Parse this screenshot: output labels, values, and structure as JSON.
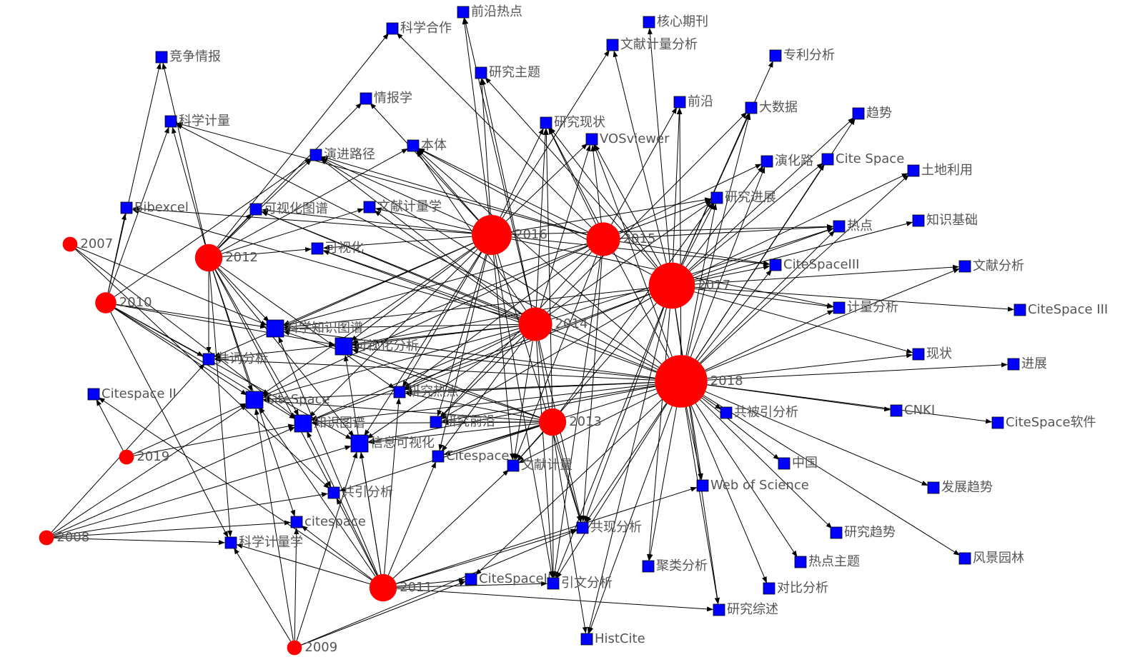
{
  "colors": {
    "year_node": "#ff0000",
    "keyword_node": "#0000ff",
    "edge": "#000000",
    "label": "#555555"
  },
  "nodes": [
    {
      "id": "y2007",
      "label": "2007",
      "kind": "year",
      "weight": 1
    },
    {
      "id": "y2008",
      "label": "2008",
      "kind": "year",
      "weight": 1
    },
    {
      "id": "y2009",
      "label": "2009",
      "kind": "year",
      "weight": 1
    },
    {
      "id": "y2010",
      "label": "2010",
      "kind": "year",
      "weight": 2
    },
    {
      "id": "y2011",
      "label": "2011",
      "kind": "year",
      "weight": 3
    },
    {
      "id": "y2012",
      "label": "2012",
      "kind": "year",
      "weight": 3
    },
    {
      "id": "y2013",
      "label": "2013",
      "kind": "year",
      "weight": 3
    },
    {
      "id": "y2014",
      "label": "2014",
      "kind": "year",
      "weight": 4
    },
    {
      "id": "y2015",
      "label": "2015",
      "kind": "year",
      "weight": 4
    },
    {
      "id": "y2016",
      "label": "2016",
      "kind": "year",
      "weight": 5
    },
    {
      "id": "y2017",
      "label": "2017",
      "kind": "year",
      "weight": 6
    },
    {
      "id": "y2018",
      "label": "2018",
      "kind": "year",
      "weight": 7
    },
    {
      "id": "y2019",
      "label": "2019",
      "kind": "year",
      "weight": 1
    },
    {
      "id": "k01",
      "label": "前沿热点",
      "kind": "keyword",
      "weight": 1
    },
    {
      "id": "k02",
      "label": "科学合作",
      "kind": "keyword",
      "weight": 1
    },
    {
      "id": "k03",
      "label": "核心期刊",
      "kind": "keyword",
      "weight": 1
    },
    {
      "id": "k04",
      "label": "文献计量分析",
      "kind": "keyword",
      "weight": 1
    },
    {
      "id": "k05",
      "label": "竞争情报",
      "kind": "keyword",
      "weight": 1
    },
    {
      "id": "k06",
      "label": "专利分析",
      "kind": "keyword",
      "weight": 1
    },
    {
      "id": "k07",
      "label": "研究主题",
      "kind": "keyword",
      "weight": 1
    },
    {
      "id": "k08",
      "label": "情报学",
      "kind": "keyword",
      "weight": 1
    },
    {
      "id": "k09",
      "label": "前沿",
      "kind": "keyword",
      "weight": 1
    },
    {
      "id": "k10",
      "label": "大数据",
      "kind": "keyword",
      "weight": 1
    },
    {
      "id": "k11",
      "label": "趋势",
      "kind": "keyword",
      "weight": 1
    },
    {
      "id": "k12",
      "label": "科学计量",
      "kind": "keyword",
      "weight": 1
    },
    {
      "id": "k13",
      "label": "研究现状",
      "kind": "keyword",
      "weight": 1
    },
    {
      "id": "k14",
      "label": "VOSviewer",
      "kind": "keyword",
      "weight": 1
    },
    {
      "id": "k15",
      "label": "本体",
      "kind": "keyword",
      "weight": 1
    },
    {
      "id": "k16",
      "label": "演进路径",
      "kind": "keyword",
      "weight": 1
    },
    {
      "id": "k17",
      "label": "演化路",
      "kind": "keyword",
      "weight": 1
    },
    {
      "id": "k18",
      "label": "Cite Space",
      "kind": "keyword",
      "weight": 1
    },
    {
      "id": "k19",
      "label": "土地利用",
      "kind": "keyword",
      "weight": 1
    },
    {
      "id": "k20",
      "label": "研究进展",
      "kind": "keyword",
      "weight": 1
    },
    {
      "id": "k21",
      "label": "Bibexcel",
      "kind": "keyword",
      "weight": 1
    },
    {
      "id": "k22",
      "label": "可视化图谱",
      "kind": "keyword",
      "weight": 1
    },
    {
      "id": "k23",
      "label": "文献计量学",
      "kind": "keyword",
      "weight": 1
    },
    {
      "id": "k24",
      "label": "知识基础",
      "kind": "keyword",
      "weight": 1
    },
    {
      "id": "k25",
      "label": "热点",
      "kind": "keyword",
      "weight": 1
    },
    {
      "id": "k26",
      "label": "可视化",
      "kind": "keyword",
      "weight": 1
    },
    {
      "id": "k27",
      "label": "CiteSpaceIII",
      "kind": "keyword",
      "weight": 1
    },
    {
      "id": "k28",
      "label": "文献分析",
      "kind": "keyword",
      "weight": 1
    },
    {
      "id": "k29",
      "label": "计量分析",
      "kind": "keyword",
      "weight": 1
    },
    {
      "id": "k30",
      "label": "CiteSpace III",
      "kind": "keyword",
      "weight": 1
    },
    {
      "id": "k31",
      "label": "科学知识图谱",
      "kind": "keyword",
      "weight": 2
    },
    {
      "id": "k32",
      "label": "可视化分析",
      "kind": "keyword",
      "weight": 2
    },
    {
      "id": "k33",
      "label": "现状",
      "kind": "keyword",
      "weight": 1
    },
    {
      "id": "k34",
      "label": "进展",
      "kind": "keyword",
      "weight": 1
    },
    {
      "id": "k35",
      "label": "共词分析",
      "kind": "keyword",
      "weight": 1
    },
    {
      "id": "k36",
      "label": "Citespace II",
      "kind": "keyword",
      "weight": 1
    },
    {
      "id": "k37",
      "label": "CiteSpace",
      "kind": "keyword",
      "weight": 2
    },
    {
      "id": "k38",
      "label": "研究热点",
      "kind": "keyword",
      "weight": 1
    },
    {
      "id": "k39",
      "label": "共被引分析",
      "kind": "keyword",
      "weight": 1
    },
    {
      "id": "k40",
      "label": "CNKI",
      "kind": "keyword",
      "weight": 1
    },
    {
      "id": "k41",
      "label": "CiteSpace软件",
      "kind": "keyword",
      "weight": 1
    },
    {
      "id": "k42",
      "label": "知识图谱",
      "kind": "keyword",
      "weight": 2
    },
    {
      "id": "k43",
      "label": "研究前沿",
      "kind": "keyword",
      "weight": 1
    },
    {
      "id": "k44",
      "label": "信息可视化",
      "kind": "keyword",
      "weight": 2
    },
    {
      "id": "k45",
      "label": "Citespace",
      "kind": "keyword",
      "weight": 1
    },
    {
      "id": "k46",
      "label": "文献计量",
      "kind": "keyword",
      "weight": 1
    },
    {
      "id": "k47",
      "label": "中国",
      "kind": "keyword",
      "weight": 1
    },
    {
      "id": "k48",
      "label": "Web of Science",
      "kind": "keyword",
      "weight": 1
    },
    {
      "id": "k49",
      "label": "发展趋势",
      "kind": "keyword",
      "weight": 1
    },
    {
      "id": "k50",
      "label": "共引分析",
      "kind": "keyword",
      "weight": 1
    },
    {
      "id": "k51",
      "label": "citespace",
      "kind": "keyword",
      "weight": 1
    },
    {
      "id": "k52",
      "label": "科学计量学",
      "kind": "keyword",
      "weight": 1
    },
    {
      "id": "k53",
      "label": "共现分析",
      "kind": "keyword",
      "weight": 1
    },
    {
      "id": "k54",
      "label": "研究趋势",
      "kind": "keyword",
      "weight": 1
    },
    {
      "id": "k55",
      "label": "风景园林",
      "kind": "keyword",
      "weight": 1
    },
    {
      "id": "k56",
      "label": "聚类分析",
      "kind": "keyword",
      "weight": 1
    },
    {
      "id": "k57",
      "label": "热点主题",
      "kind": "keyword",
      "weight": 1
    },
    {
      "id": "k58",
      "label": "CiteSpaceII",
      "kind": "keyword",
      "weight": 1
    },
    {
      "id": "k59",
      "label": "引文分析",
      "kind": "keyword",
      "weight": 1
    },
    {
      "id": "k60",
      "label": "对比分析",
      "kind": "keyword",
      "weight": 1
    },
    {
      "id": "k61",
      "label": "研究综述",
      "kind": "keyword",
      "weight": 1
    },
    {
      "id": "k62",
      "label": "HistCite",
      "kind": "keyword",
      "weight": 1
    }
  ],
  "edges": [
    [
      "y2007",
      "k31"
    ],
    [
      "y2007",
      "k42"
    ],
    [
      "y2007",
      "k50"
    ],
    [
      "y2008",
      "k37"
    ],
    [
      "y2008",
      "k42"
    ],
    [
      "y2008",
      "k44"
    ],
    [
      "y2008",
      "k50"
    ],
    [
      "y2008",
      "k51"
    ],
    [
      "y2008",
      "k52"
    ],
    [
      "y2008",
      "k35"
    ],
    [
      "y2009",
      "k37"
    ],
    [
      "y2009",
      "k51"
    ],
    [
      "y2009",
      "k53"
    ],
    [
      "y2009",
      "k58"
    ],
    [
      "y2009",
      "k52"
    ],
    [
      "y2009",
      "k44"
    ],
    [
      "y2010",
      "k05"
    ],
    [
      "y2010",
      "k21"
    ],
    [
      "y2010",
      "k12"
    ],
    [
      "y2010",
      "k35"
    ],
    [
      "y2010",
      "k37"
    ],
    [
      "y2010",
      "k31"
    ],
    [
      "y2010",
      "k42"
    ],
    [
      "y2010",
      "k32"
    ],
    [
      "y2010",
      "k52"
    ],
    [
      "y2010",
      "k16"
    ],
    [
      "y2010",
      "k44"
    ],
    [
      "y2011",
      "k36"
    ],
    [
      "y2011",
      "k37"
    ],
    [
      "y2011",
      "k42"
    ],
    [
      "y2011",
      "k44"
    ],
    [
      "y2011",
      "k50"
    ],
    [
      "y2011",
      "k51"
    ],
    [
      "y2011",
      "k52"
    ],
    [
      "y2011",
      "k58"
    ],
    [
      "y2011",
      "k59"
    ],
    [
      "y2011",
      "k53"
    ],
    [
      "y2011",
      "k61"
    ],
    [
      "y2011",
      "k46"
    ],
    [
      "y2011",
      "k45"
    ],
    [
      "y2011",
      "k48"
    ],
    [
      "y2011",
      "k38"
    ],
    [
      "y2011",
      "k31"
    ],
    [
      "y2011",
      "k32"
    ],
    [
      "y2012",
      "k02"
    ],
    [
      "y2012",
      "k05"
    ],
    [
      "y2012",
      "k08"
    ],
    [
      "y2012",
      "k12"
    ],
    [
      "y2012",
      "k16"
    ],
    [
      "y2012",
      "k22"
    ],
    [
      "y2012",
      "k23"
    ],
    [
      "y2012",
      "k26"
    ],
    [
      "y2012",
      "k31"
    ],
    [
      "y2012",
      "k35"
    ],
    [
      "y2012",
      "k37"
    ],
    [
      "y2012",
      "k42"
    ],
    [
      "y2012",
      "k44"
    ],
    [
      "y2012",
      "k50"
    ],
    [
      "y2012",
      "k52"
    ],
    [
      "y2012",
      "k15"
    ],
    [
      "y2012",
      "k38"
    ],
    [
      "y2012",
      "k51"
    ],
    [
      "y2013",
      "k31"
    ],
    [
      "y2013",
      "k32"
    ],
    [
      "y2013",
      "k38"
    ],
    [
      "y2013",
      "k43"
    ],
    [
      "y2013",
      "k45"
    ],
    [
      "y2013",
      "k46"
    ],
    [
      "y2013",
      "k53"
    ],
    [
      "y2013",
      "k59"
    ],
    [
      "y2013",
      "k42"
    ],
    [
      "y2013",
      "k44"
    ],
    [
      "y2013",
      "k37"
    ],
    [
      "y2013",
      "k20"
    ],
    [
      "y2013",
      "k13"
    ],
    [
      "y2013",
      "k50"
    ],
    [
      "y2014",
      "k01"
    ],
    [
      "y2014",
      "k07"
    ],
    [
      "y2014",
      "k13"
    ],
    [
      "y2014",
      "k14"
    ],
    [
      "y2014",
      "k15"
    ],
    [
      "y2014",
      "k16"
    ],
    [
      "y2014",
      "k22"
    ],
    [
      "y2014",
      "k23"
    ],
    [
      "y2014",
      "k26"
    ],
    [
      "y2014",
      "k31"
    ],
    [
      "y2014",
      "k32"
    ],
    [
      "y2014",
      "k35"
    ],
    [
      "y2014",
      "k37"
    ],
    [
      "y2014",
      "k38"
    ],
    [
      "y2014",
      "k42"
    ],
    [
      "y2014",
      "k43"
    ],
    [
      "y2014",
      "k44"
    ],
    [
      "y2014",
      "k45"
    ],
    [
      "y2014",
      "k46"
    ],
    [
      "y2014",
      "k53"
    ],
    [
      "y2014",
      "k59"
    ],
    [
      "y2014",
      "k20"
    ],
    [
      "y2014",
      "k25"
    ],
    [
      "y2014",
      "k62"
    ],
    [
      "y2014",
      "k21"
    ],
    [
      "y2014",
      "k10"
    ],
    [
      "y2015",
      "k02"
    ],
    [
      "y2015",
      "k09"
    ],
    [
      "y2015",
      "k13"
    ],
    [
      "y2015",
      "k14"
    ],
    [
      "y2015",
      "k15"
    ],
    [
      "y2015",
      "k17"
    ],
    [
      "y2015",
      "k20"
    ],
    [
      "y2015",
      "k25"
    ],
    [
      "y2015",
      "k27"
    ],
    [
      "y2015",
      "k31"
    ],
    [
      "y2015",
      "k32"
    ],
    [
      "y2015",
      "k38"
    ],
    [
      "y2015",
      "k43"
    ],
    [
      "y2015",
      "k46"
    ],
    [
      "y2015",
      "k53"
    ],
    [
      "y2015",
      "k59"
    ],
    [
      "y2015",
      "k12"
    ],
    [
      "y2015",
      "k37"
    ],
    [
      "y2015",
      "k16"
    ],
    [
      "y2016",
      "k01"
    ],
    [
      "y2016",
      "k04"
    ],
    [
      "y2016",
      "k07"
    ],
    [
      "y2016",
      "k08"
    ],
    [
      "y2016",
      "k13"
    ],
    [
      "y2016",
      "k14"
    ],
    [
      "y2016",
      "k15"
    ],
    [
      "y2016",
      "k16"
    ],
    [
      "y2016",
      "k20"
    ],
    [
      "y2016",
      "k22"
    ],
    [
      "y2016",
      "k23"
    ],
    [
      "y2016",
      "k26"
    ],
    [
      "y2016",
      "k31"
    ],
    [
      "y2016",
      "k32"
    ],
    [
      "y2016",
      "k35"
    ],
    [
      "y2016",
      "k37"
    ],
    [
      "y2016",
      "k38"
    ],
    [
      "y2016",
      "k42"
    ],
    [
      "y2016",
      "k43"
    ],
    [
      "y2016",
      "k44"
    ],
    [
      "y2016",
      "k45"
    ],
    [
      "y2016",
      "k46"
    ],
    [
      "y2016",
      "k25"
    ],
    [
      "y2016",
      "k29"
    ],
    [
      "y2016",
      "k53"
    ],
    [
      "y2016",
      "k59"
    ],
    [
      "y2016",
      "k27"
    ],
    [
      "y2016",
      "k21"
    ],
    [
      "y2017",
      "k03"
    ],
    [
      "y2017",
      "k04"
    ],
    [
      "y2017",
      "k06"
    ],
    [
      "y2017",
      "k09"
    ],
    [
      "y2017",
      "k10"
    ],
    [
      "y2017",
      "k11"
    ],
    [
      "y2017",
      "k13"
    ],
    [
      "y2017",
      "k14"
    ],
    [
      "y2017",
      "k17"
    ],
    [
      "y2017",
      "k18"
    ],
    [
      "y2017",
      "k19"
    ],
    [
      "y2017",
      "k20"
    ],
    [
      "y2017",
      "k24"
    ],
    [
      "y2017",
      "k25"
    ],
    [
      "y2017",
      "k27"
    ],
    [
      "y2017",
      "k28"
    ],
    [
      "y2017",
      "k29"
    ],
    [
      "y2017",
      "k30"
    ],
    [
      "y2017",
      "k31"
    ],
    [
      "y2017",
      "k32"
    ],
    [
      "y2017",
      "k33"
    ],
    [
      "y2017",
      "k38"
    ],
    [
      "y2017",
      "k43"
    ],
    [
      "y2017",
      "k46"
    ],
    [
      "y2017",
      "k48"
    ],
    [
      "y2017",
      "k53"
    ],
    [
      "y2017",
      "k56"
    ],
    [
      "y2017",
      "k59"
    ],
    [
      "y2017",
      "k07"
    ],
    [
      "y2017",
      "k15"
    ],
    [
      "y2017",
      "k42"
    ],
    [
      "y2017",
      "k62"
    ],
    [
      "y2017",
      "k61"
    ],
    [
      "y2018",
      "k09"
    ],
    [
      "y2018",
      "k10"
    ],
    [
      "y2018",
      "k11"
    ],
    [
      "y2018",
      "k13"
    ],
    [
      "y2018",
      "k14"
    ],
    [
      "y2018",
      "k17"
    ],
    [
      "y2018",
      "k18"
    ],
    [
      "y2018",
      "k19"
    ],
    [
      "y2018",
      "k20"
    ],
    [
      "y2018",
      "k25"
    ],
    [
      "y2018",
      "k27"
    ],
    [
      "y2018",
      "k28"
    ],
    [
      "y2018",
      "k29"
    ],
    [
      "y2018",
      "k33"
    ],
    [
      "y2018",
      "k34"
    ],
    [
      "y2018",
      "k38"
    ],
    [
      "y2018",
      "k39"
    ],
    [
      "y2018",
      "k40"
    ],
    [
      "y2018",
      "k41"
    ],
    [
      "y2018",
      "k43"
    ],
    [
      "y2018",
      "k45"
    ],
    [
      "y2018",
      "k46"
    ],
    [
      "y2018",
      "k47"
    ],
    [
      "y2018",
      "k48"
    ],
    [
      "y2018",
      "k49"
    ],
    [
      "y2018",
      "k53"
    ],
    [
      "y2018",
      "k54"
    ],
    [
      "y2018",
      "k55"
    ],
    [
      "y2018",
      "k56"
    ],
    [
      "y2018",
      "k57"
    ],
    [
      "y2018",
      "k59"
    ],
    [
      "y2018",
      "k60"
    ],
    [
      "y2018",
      "k61"
    ],
    [
      "y2018",
      "k62"
    ],
    [
      "y2018",
      "k31"
    ],
    [
      "y2018",
      "k32"
    ],
    [
      "y2018",
      "k15"
    ],
    [
      "y2018",
      "k16"
    ],
    [
      "y2018",
      "k22"
    ],
    [
      "y2018",
      "k26"
    ],
    [
      "y2018",
      "k12"
    ],
    [
      "y2018",
      "k42"
    ],
    [
      "y2018",
      "k44"
    ],
    [
      "y2018",
      "k35"
    ],
    [
      "y2018",
      "k37"
    ],
    [
      "y2018",
      "k58"
    ],
    [
      "y2019",
      "k37"
    ],
    [
      "y2019",
      "k42"
    ],
    [
      "y2019",
      "k36"
    ]
  ]
}
